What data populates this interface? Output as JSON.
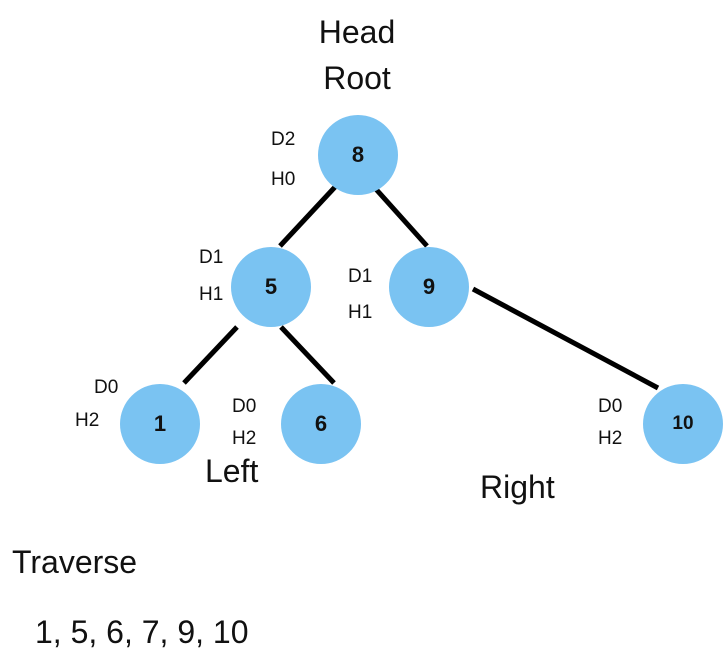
{
  "labels": {
    "head": "Head",
    "root": "Root",
    "left": "Left",
    "right": "Right",
    "traverse_title": "Traverse",
    "traverse_sequence": "1, 5, 6, 7,  9, 10"
  },
  "nodes": [
    {
      "id": "8",
      "value": "8",
      "depth": "D2",
      "height": "H0"
    },
    {
      "id": "5",
      "value": "5",
      "depth": "D1",
      "height": "H1"
    },
    {
      "id": "9",
      "value": "9",
      "depth": "D1",
      "height": "H1"
    },
    {
      "id": "1",
      "value": "1",
      "depth": "D0",
      "height": "H2"
    },
    {
      "id": "6",
      "value": "6",
      "depth": "D0",
      "height": "H2"
    },
    {
      "id": "10",
      "value": "10",
      "depth": "D0",
      "height": "H2"
    }
  ],
  "edges": [
    {
      "from": "8",
      "to": "5"
    },
    {
      "from": "8",
      "to": "9"
    },
    {
      "from": "5",
      "to": "1"
    },
    {
      "from": "5",
      "to": "6"
    },
    {
      "from": "9",
      "to": "10"
    }
  ],
  "colors": {
    "node_fill": "#7ac3f2",
    "edge": "#000000",
    "text": "#111111"
  }
}
